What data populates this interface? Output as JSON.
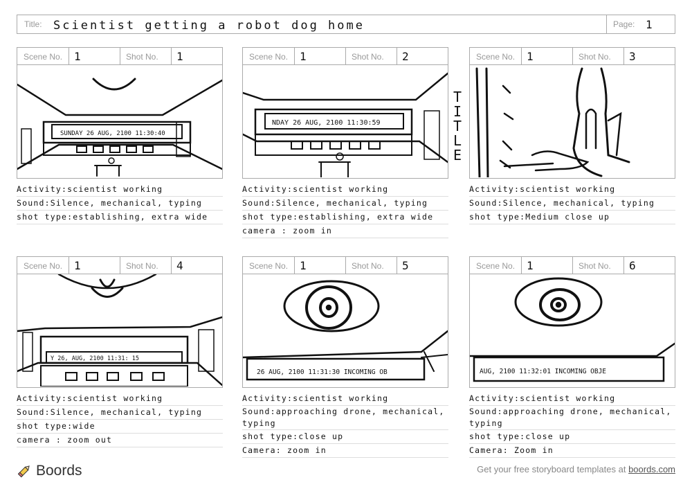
{
  "header": {
    "title_label": "Title:",
    "title": "Scientist getting a robot dog home",
    "page_label": "Page:",
    "page": "1"
  },
  "labels": {
    "scene": "Scene No.",
    "shot": "Shot No."
  },
  "side_title": "TITLE",
  "panels": [
    {
      "scene": "1",
      "shot": "1",
      "screen_text": "SUNDAY 26 AUG, 2100 11:30:40",
      "notes": [
        "Activity:scientist working",
        "Sound:Silence, mechanical, typing",
        "shot type:establishing, extra wide"
      ]
    },
    {
      "scene": "1",
      "shot": "2",
      "screen_text": "NDAY 26 AUG, 2100 11:30:59",
      "notes": [
        "Activity:scientist working",
        "Sound:Silence, mechanical, typing",
        "shot type:establishing, extra wide",
        "camera : zoom in"
      ]
    },
    {
      "scene": "1",
      "shot": "3",
      "notes": [
        "Activity:scientist working",
        "Sound:Silence, mechanical, typing",
        "shot type:Medium close up"
      ]
    },
    {
      "scene": "1",
      "shot": "4",
      "screen_text": "Y   26, AUG, 2100   11:31: 15",
      "notes": [
        "Activity:scientist working",
        "Sound:Silence, mechanical, typing",
        "shot type:wide",
        "camera : zoom out"
      ]
    },
    {
      "scene": "1",
      "shot": "5",
      "screen_text": "26 AUG, 2100   11:31:30   INCOMING OB",
      "notes": [
        "Activity:scientist working",
        "Sound:approaching drone, mechanical, typing",
        "shot type:close up",
        "Camera: zoom in"
      ]
    },
    {
      "scene": "1",
      "shot": "6",
      "screen_text": "AUG, 2100   11:32:01   INCOMING OBJE",
      "notes": [
        "Activity:scientist working",
        "Sound:approaching drone, mechanical, typing",
        "shot type:close up",
        "Camera: Zoom in"
      ]
    }
  ],
  "brand": "Boords",
  "footer": {
    "text": "Get your free storyboard templates at",
    "link": "boords.com"
  }
}
